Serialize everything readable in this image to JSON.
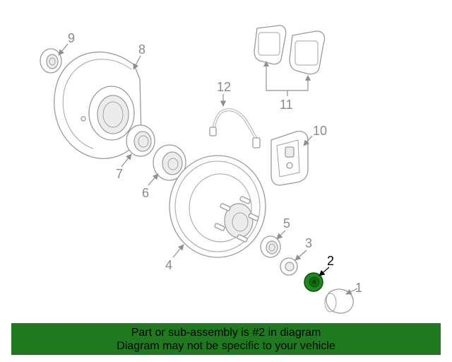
{
  "highlight_color": "#1e8a1e",
  "banner_color": "#1f7a1f",
  "callouts": [
    {
      "id": "1",
      "label": "1"
    },
    {
      "id": "2",
      "label": "2",
      "highlighted": true
    },
    {
      "id": "3",
      "label": "3"
    },
    {
      "id": "4",
      "label": "4"
    },
    {
      "id": "5",
      "label": "5"
    },
    {
      "id": "6",
      "label": "6"
    },
    {
      "id": "7",
      "label": "7"
    },
    {
      "id": "8",
      "label": "8"
    },
    {
      "id": "9",
      "label": "9"
    },
    {
      "id": "10",
      "label": "10"
    },
    {
      "id": "11",
      "label": "11"
    },
    {
      "id": "12",
      "label": "12"
    }
  ],
  "banner": {
    "line1": "Part or sub-assembly is #2 in diagram",
    "line2": "Diagram may not be specific to your vehicle"
  }
}
